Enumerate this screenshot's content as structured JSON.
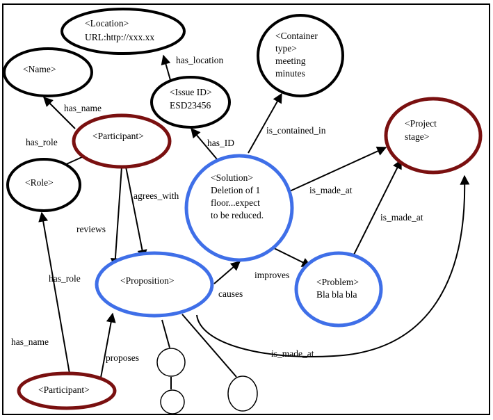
{
  "nodes": {
    "location": [
      "<Location>",
      "URL:http://xxx.xx"
    ],
    "name": [
      "<Name>"
    ],
    "container_type": [
      "<Container",
      "type>",
      "meeting",
      "minutes"
    ],
    "issue_id": [
      "<Issue ID>",
      "ESD23456"
    ],
    "participant_top": [
      "<Participant>"
    ],
    "project_stage": [
      "<Project",
      "stage>"
    ],
    "role": [
      "<Role>"
    ],
    "solution": [
      "<Solution>",
      "Deletion of 1",
      "floor...expect",
      "to be reduced."
    ],
    "proposition": [
      "<Proposition>"
    ],
    "problem": [
      "<Problem>",
      "Bla bla bla"
    ],
    "participant_bottom": [
      "<Participant>"
    ]
  },
  "edges": {
    "has_location": "has_location",
    "has_name_top": "has_name",
    "has_role_top": "has_role",
    "has_id": "has_ID",
    "is_contained_in": "is_contained_in",
    "agrees_with": "agrees_with",
    "is_made_at_solution": "is_made_at",
    "reviews": "reviews",
    "is_made_at_problem": "is_made_at",
    "improves": "improves",
    "has_role_bottom": "has_role",
    "causes": "causes",
    "has_name_bottom": "has_name",
    "proposes": "proposes",
    "is_made_at_proposition": "is_made_at"
  },
  "colors": {
    "black_node": "#000000",
    "red_node": "#7a1010",
    "blue_node": "#3f6fe8"
  }
}
